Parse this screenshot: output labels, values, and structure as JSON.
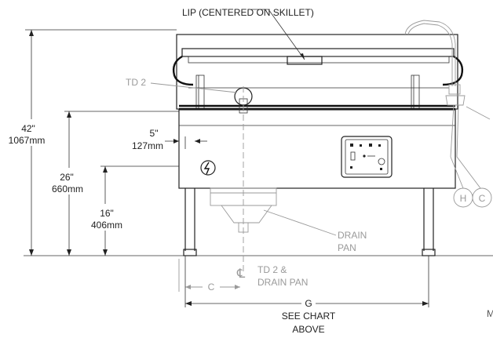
{
  "labels": {
    "lip": "LIP (CENTERED ON SKILLET)",
    "td2_top": "TD 2",
    "dim_42_in": "42\"",
    "dim_42_mm": "1067mm",
    "dim_26_in": "26\"",
    "dim_26_mm": "660mm",
    "dim_16_in": "16\"",
    "dim_16_mm": "406mm",
    "dim_5_in": "5\"",
    "dim_5_mm": "127mm",
    "drain_line1": "DRAIN",
    "drain_line2": "PAN",
    "cl_symbol": "℄",
    "td2_drain_line1": "TD 2 &",
    "td2_drain_line2": "DRAIN PAN",
    "dim_c": "C",
    "dim_g": "G",
    "see_chart_line1": "SEE CHART",
    "see_chart_line2": "ABOVE",
    "hot_marker": "H",
    "cold_marker": "C",
    "edge_letter": "M"
  },
  "icons": {
    "power_symbol": "power-symbol-icon",
    "control_panel": "control-panel-icon"
  }
}
